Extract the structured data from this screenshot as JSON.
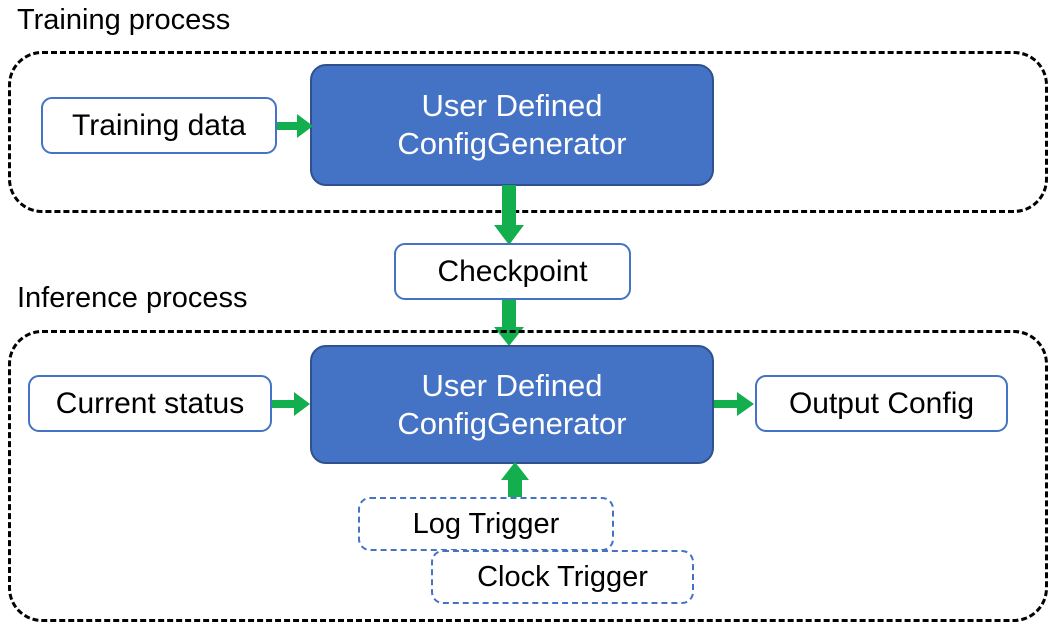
{
  "diagram": {
    "title_training": "Training process",
    "title_inference": "Inference process",
    "accent_blue": "#4472C4",
    "accent_blue_dark": "#2F528F",
    "accent_green": "#13AF4E",
    "outline_black": "#000000"
  },
  "training": {
    "section_label": "Training process",
    "input_node": "Training data",
    "processor_node": "User Defined\nConfigGenerator"
  },
  "bridge": {
    "checkpoint_node": "Checkpoint"
  },
  "inference": {
    "section_label": "Inference process",
    "input_node": "Current status",
    "processor_node": "User Defined\nConfigGenerator",
    "output_node": "Output Config",
    "triggers": [
      {
        "label": "Log Trigger"
      },
      {
        "label": "Clock Trigger"
      }
    ]
  },
  "arrows": [
    {
      "name": "training-data-to-generator",
      "direction": "right"
    },
    {
      "name": "generator-to-checkpoint",
      "direction": "down"
    },
    {
      "name": "checkpoint-to-inference-generator",
      "direction": "down"
    },
    {
      "name": "current-status-to-generator",
      "direction": "right"
    },
    {
      "name": "generator-to-output-config",
      "direction": "right"
    },
    {
      "name": "triggers-to-generator",
      "direction": "up"
    }
  ]
}
